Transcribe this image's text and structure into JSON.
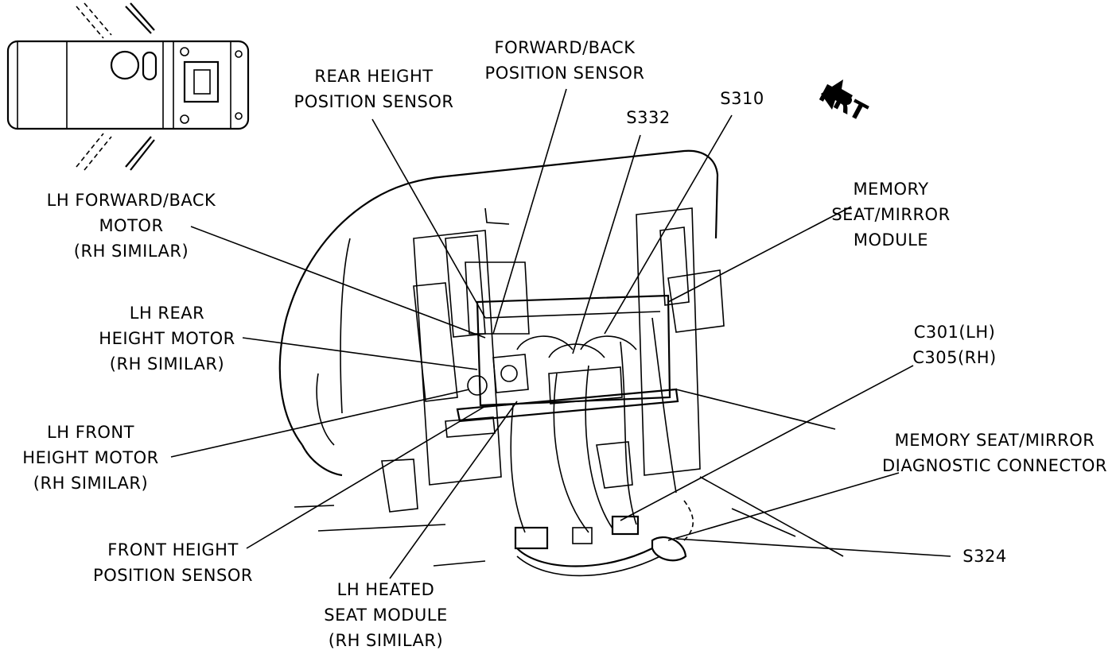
{
  "labels": {
    "forward_back_sensor": [
      "FORWARD/BACK",
      "POSITION SENSOR"
    ],
    "rear_height_sensor": [
      "REAR HEIGHT",
      "POSITION SENSOR"
    ],
    "s332": "S332",
    "s310": "S310",
    "frt": "FRT",
    "lh_forward_back_motor": [
      "LH FORWARD/BACK",
      "MOTOR",
      "(RH SIMILAR)"
    ],
    "memory_module": [
      "MEMORY",
      "SEAT/MIRROR",
      "MODULE"
    ],
    "lh_rear_height_motor": [
      "LH REAR",
      "HEIGHT MOTOR",
      "(RH SIMILAR)"
    ],
    "c301_c305": [
      "C301(LH)",
      "C305(RH)"
    ],
    "lh_front_height_motor": [
      "LH FRONT",
      "HEIGHT MOTOR",
      "(RH SIMILAR)"
    ],
    "diagnostic_connector": [
      "MEMORY SEAT/MIRROR",
      "DIAGNOSTIC CONNECTOR"
    ],
    "front_height_sensor": [
      "FRONT HEIGHT",
      "POSITION SENSOR"
    ],
    "s324": "S324",
    "lh_heated_seat_module": [
      "LH HEATED",
      "SEAT MODULE",
      "(RH SIMILAR)"
    ]
  }
}
